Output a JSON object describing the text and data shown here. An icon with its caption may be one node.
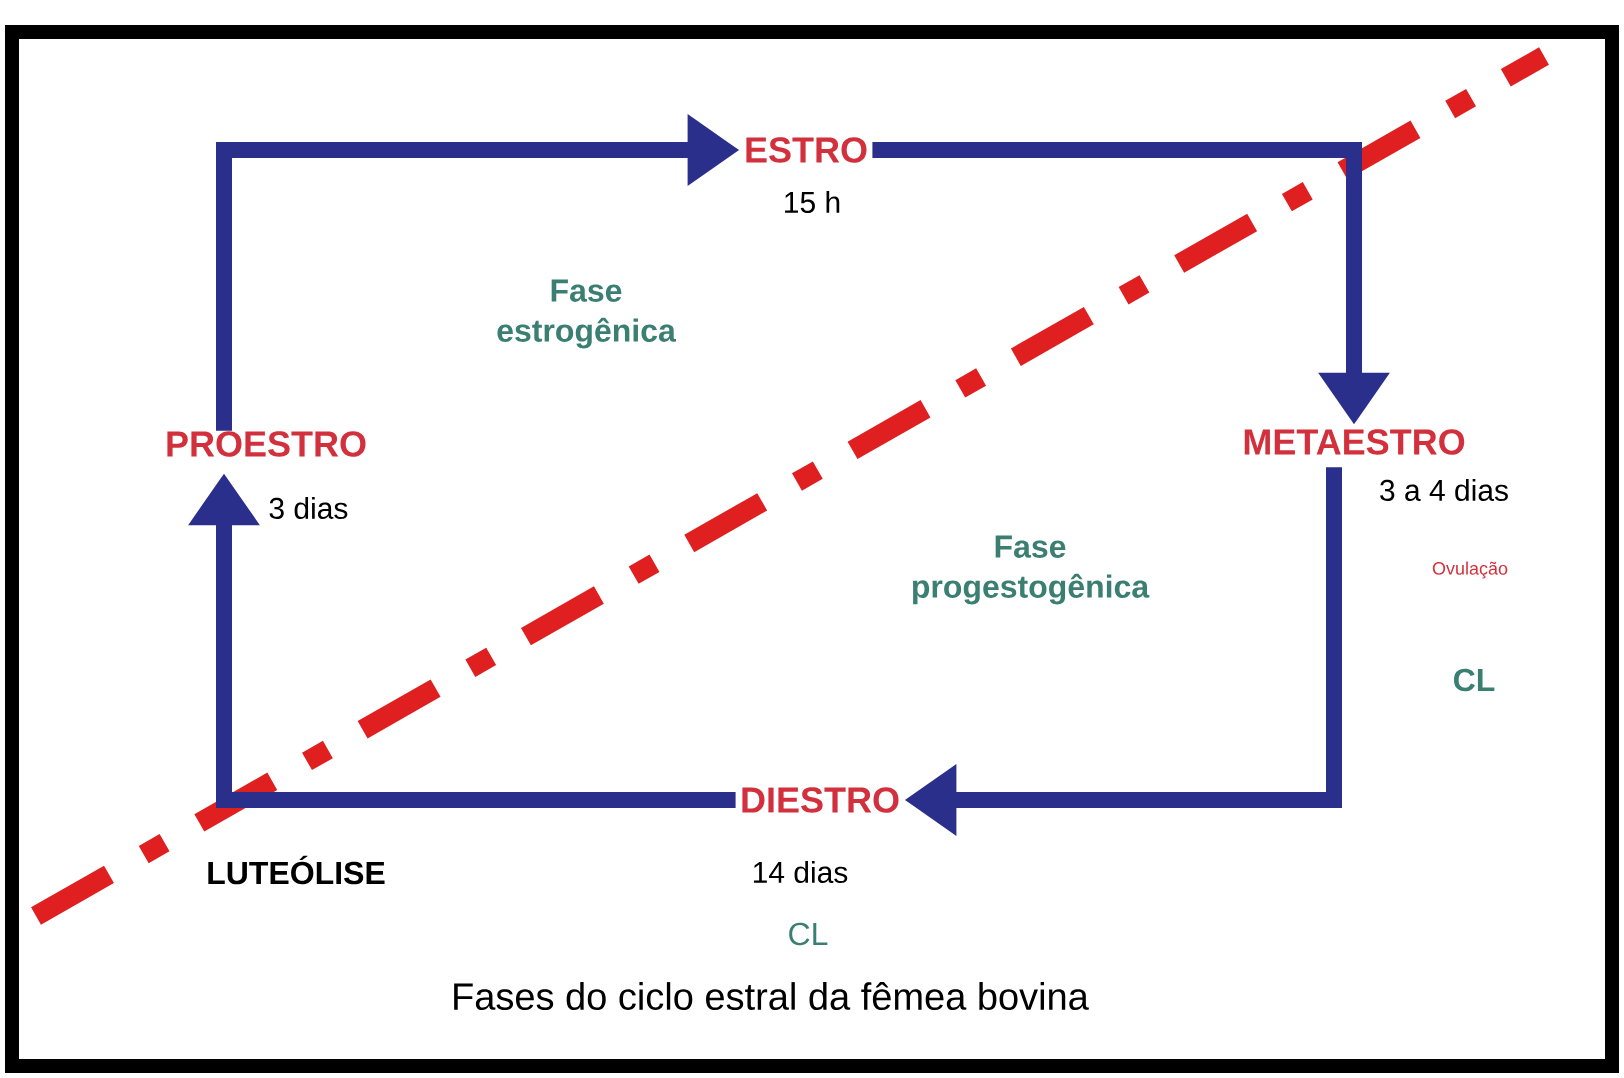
{
  "diagram": {
    "caption": "Fases do ciclo estral da fêmea bovina",
    "nodes": [
      {
        "text": [
          "PROESTRO"
        ],
        "beside": [
          "3 dias"
        ]
      },
      {
        "text": [
          "ESTRO"
        ],
        "beside": [
          "15 h"
        ]
      },
      {
        "text": [
          "METAESTRO"
        ],
        "beside": [
          "3 a 4 dias"
        ]
      },
      {
        "text": [
          "DIESTRO"
        ],
        "beside": [
          "14 dias"
        ]
      }
    ],
    "edges": [
      {
        "from": 0,
        "to": 1,
        "arrow": "to"
      },
      {
        "from": 1,
        "to": 2,
        "arrow": "to"
      },
      {
        "from": 2,
        "to": 3,
        "arrow": "to"
      },
      {
        "from": 3,
        "to": 0,
        "arrow": "to"
      }
    ],
    "labels": [
      "Fase estrogênica",
      "Fase progestogênica",
      "Ovulação",
      "CL",
      "LUTEÓLISE",
      "CL"
    ]
  }
}
